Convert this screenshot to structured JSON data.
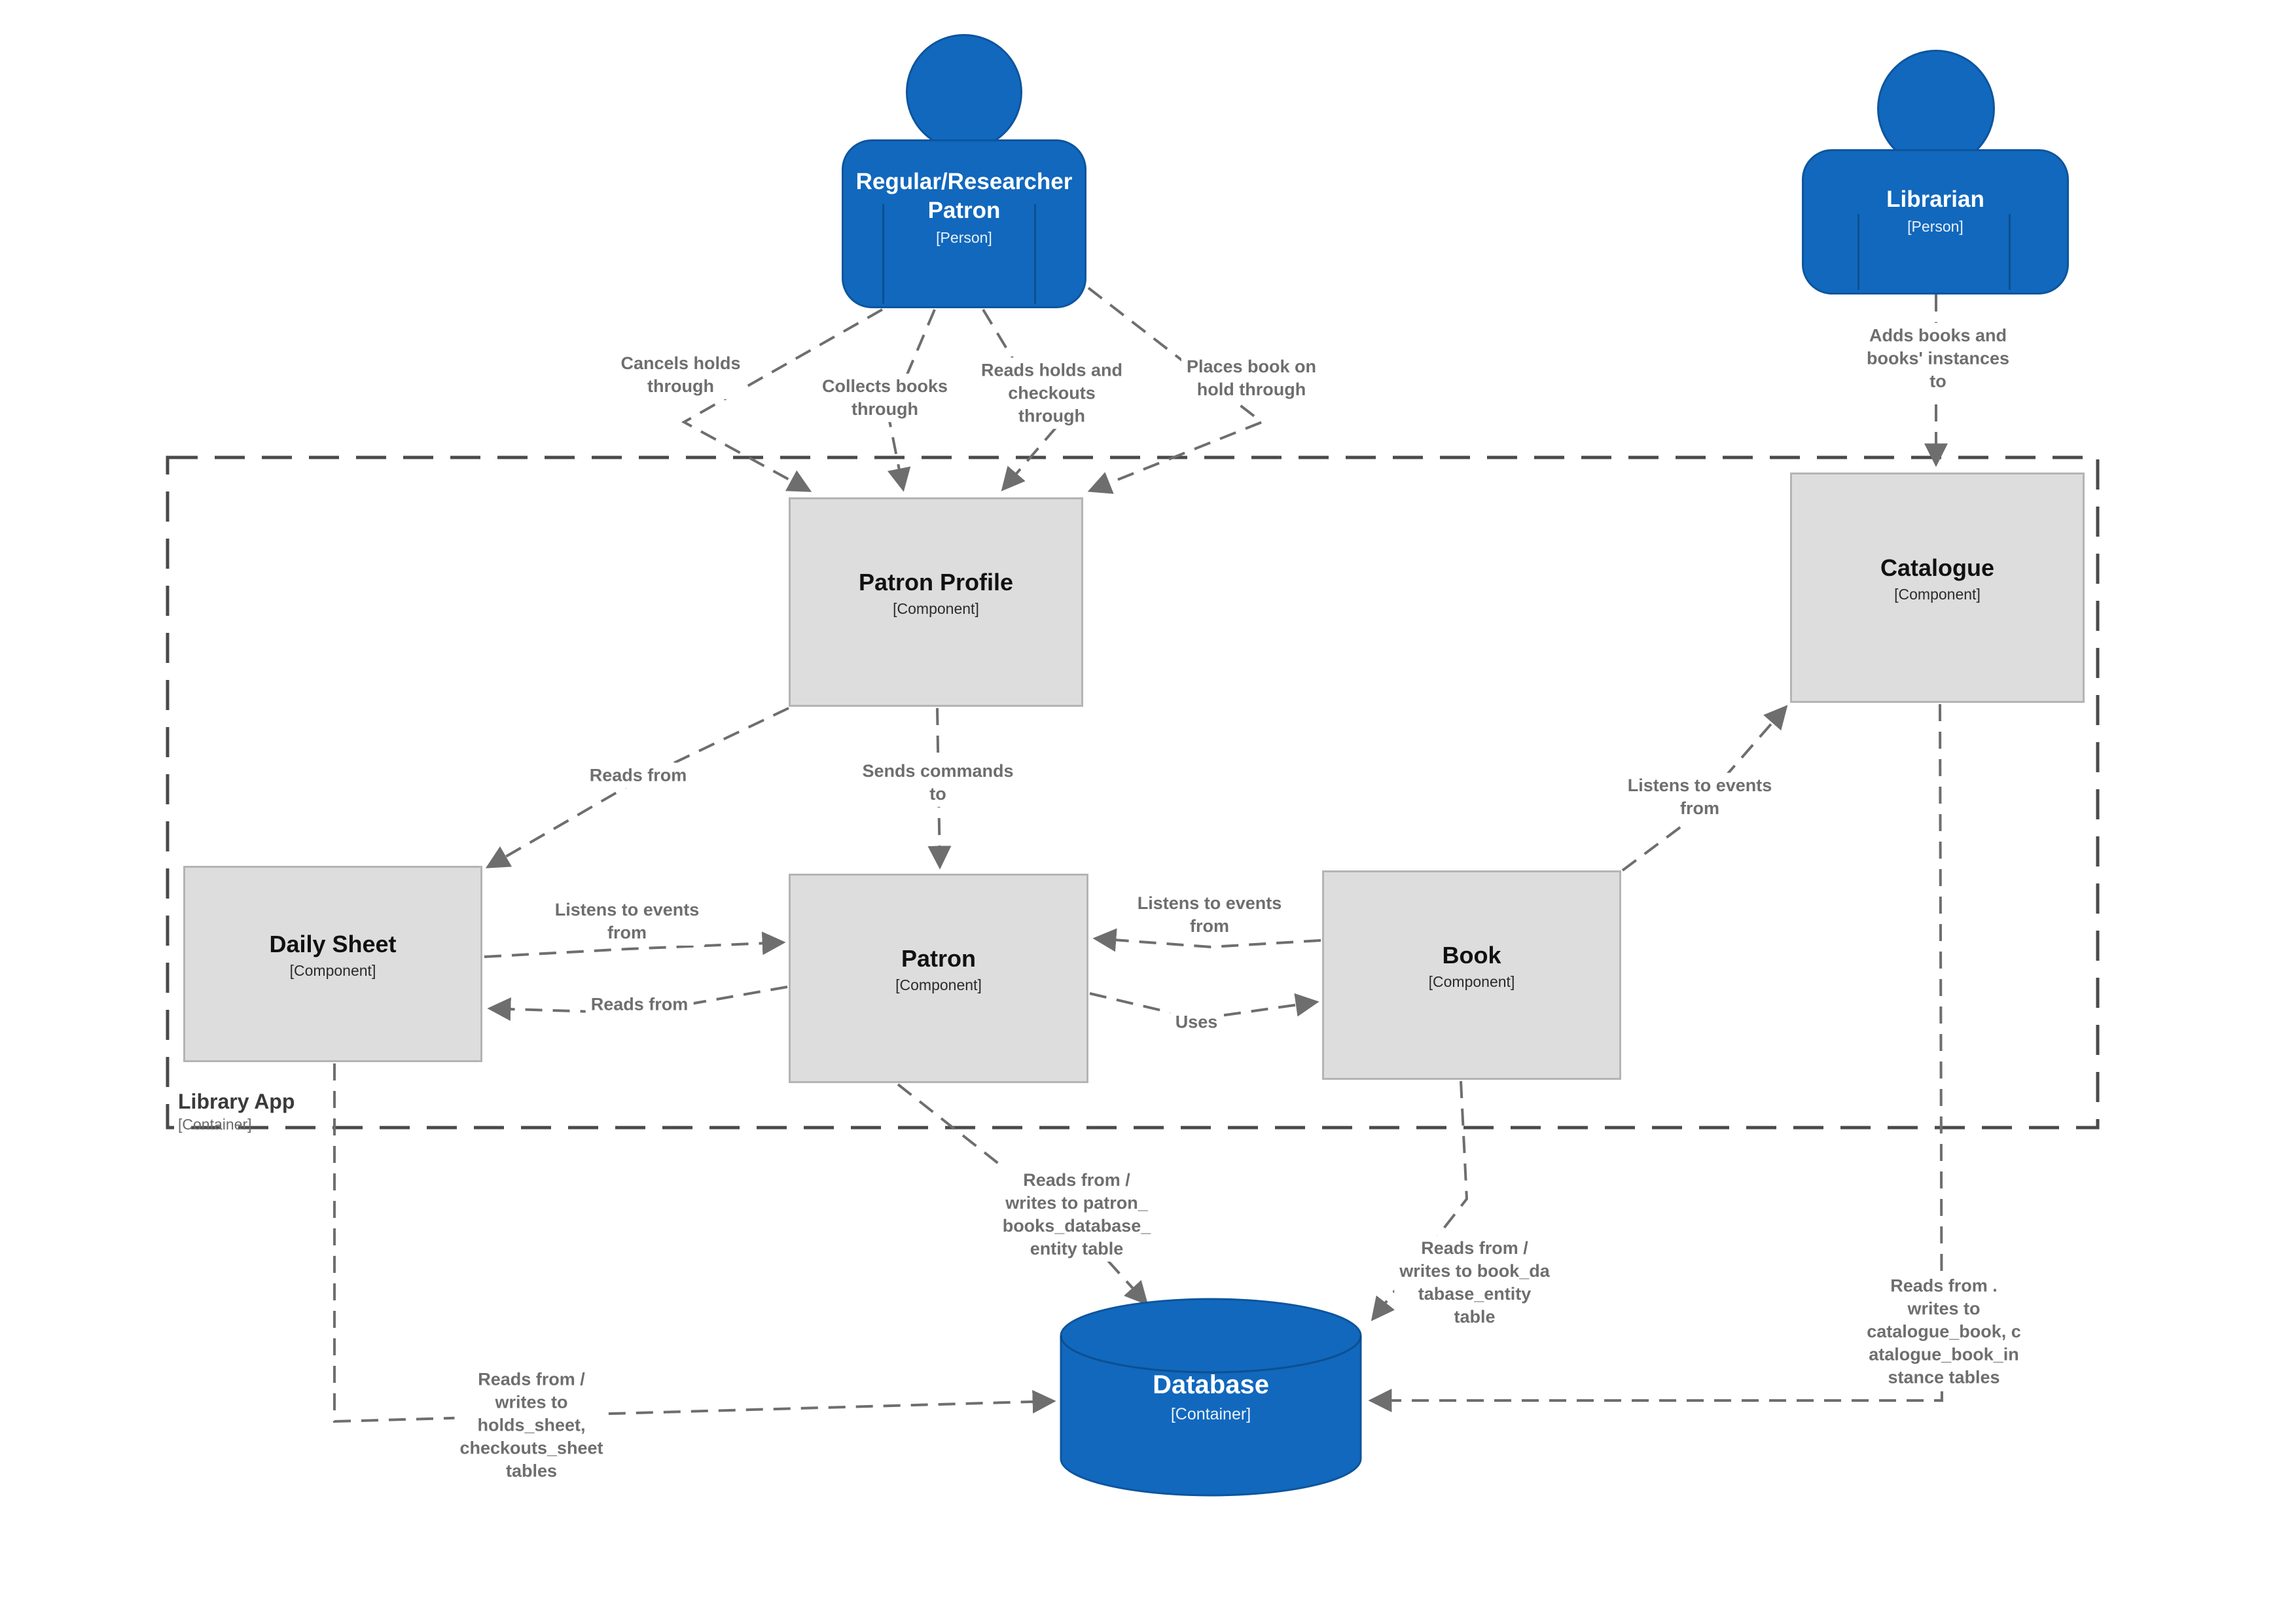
{
  "diagram": {
    "type": "c4-component-diagram",
    "persons": [
      {
        "id": "regular-researcher-patron",
        "title": "Regular/Researcher\nPatron",
        "subtitle": "[Person]"
      },
      {
        "id": "librarian",
        "title": "Librarian",
        "subtitle": "[Person]"
      }
    ],
    "boundary": {
      "title": "Library App",
      "subtitle": "[Container]"
    },
    "components": [
      {
        "id": "patron-profile",
        "title": "Patron Profile",
        "subtitle": "[Component]"
      },
      {
        "id": "catalogue",
        "title": "Catalogue",
        "subtitle": "[Component]"
      },
      {
        "id": "daily-sheet",
        "title": "Daily Sheet",
        "subtitle": "[Component]"
      },
      {
        "id": "patron",
        "title": "Patron",
        "subtitle": "[Component]"
      },
      {
        "id": "book",
        "title": "Book",
        "subtitle": "[Component]"
      }
    ],
    "database": {
      "title": "Database",
      "subtitle": "[Container]"
    },
    "relationships": [
      {
        "id": "cancels-holds",
        "label": "Cancels holds\nthrough"
      },
      {
        "id": "collects-books",
        "label": "Collects books\nthrough"
      },
      {
        "id": "reads-holds-checkouts",
        "label": "Reads holds and\ncheckouts\nthrough"
      },
      {
        "id": "places-book-on-hold",
        "label": "Places book on\nhold through"
      },
      {
        "id": "adds-books",
        "label": "Adds books and\nbooks' instances\nto"
      },
      {
        "id": "pp-reads-from-daily-sheet",
        "label": "Reads from"
      },
      {
        "id": "sends-commands",
        "label": "Sends commands\nto"
      },
      {
        "id": "daily-sheet-listens-patron",
        "label": "Listens to events\nfrom"
      },
      {
        "id": "patron-reads-from-daily-sheet",
        "label": "Reads from"
      },
      {
        "id": "book-listens-patron",
        "label": "Listens to events\nfrom"
      },
      {
        "id": "patron-uses-book",
        "label": "Uses"
      },
      {
        "id": "book-listens-catalogue",
        "label": "Listens to events\nfrom"
      },
      {
        "id": "patron-db",
        "label": "Reads from /\nwrites to patron_\nbooks_database_\nentity table"
      },
      {
        "id": "book-db",
        "label": "Reads from /\nwrites to book_da\ntabase_entity\ntable"
      },
      {
        "id": "daily-sheet-db",
        "label": "Reads from /\nwrites to\nholds_sheet,\ncheckouts_sheet\ntables"
      },
      {
        "id": "catalogue-db",
        "label": "Reads from .\nwrites to\ncatalogue_book, c\natalogue_book_in\nstance tables"
      }
    ],
    "colors": {
      "element_blue": "#1168bd",
      "element_blue_border": "#0d559e",
      "component_gray": "#dddddd",
      "component_border": "#b4b4b4",
      "relationship_gray": "#6e6e6e",
      "boundary_gray": "#4a4a4a",
      "background": "#ffffff"
    }
  }
}
